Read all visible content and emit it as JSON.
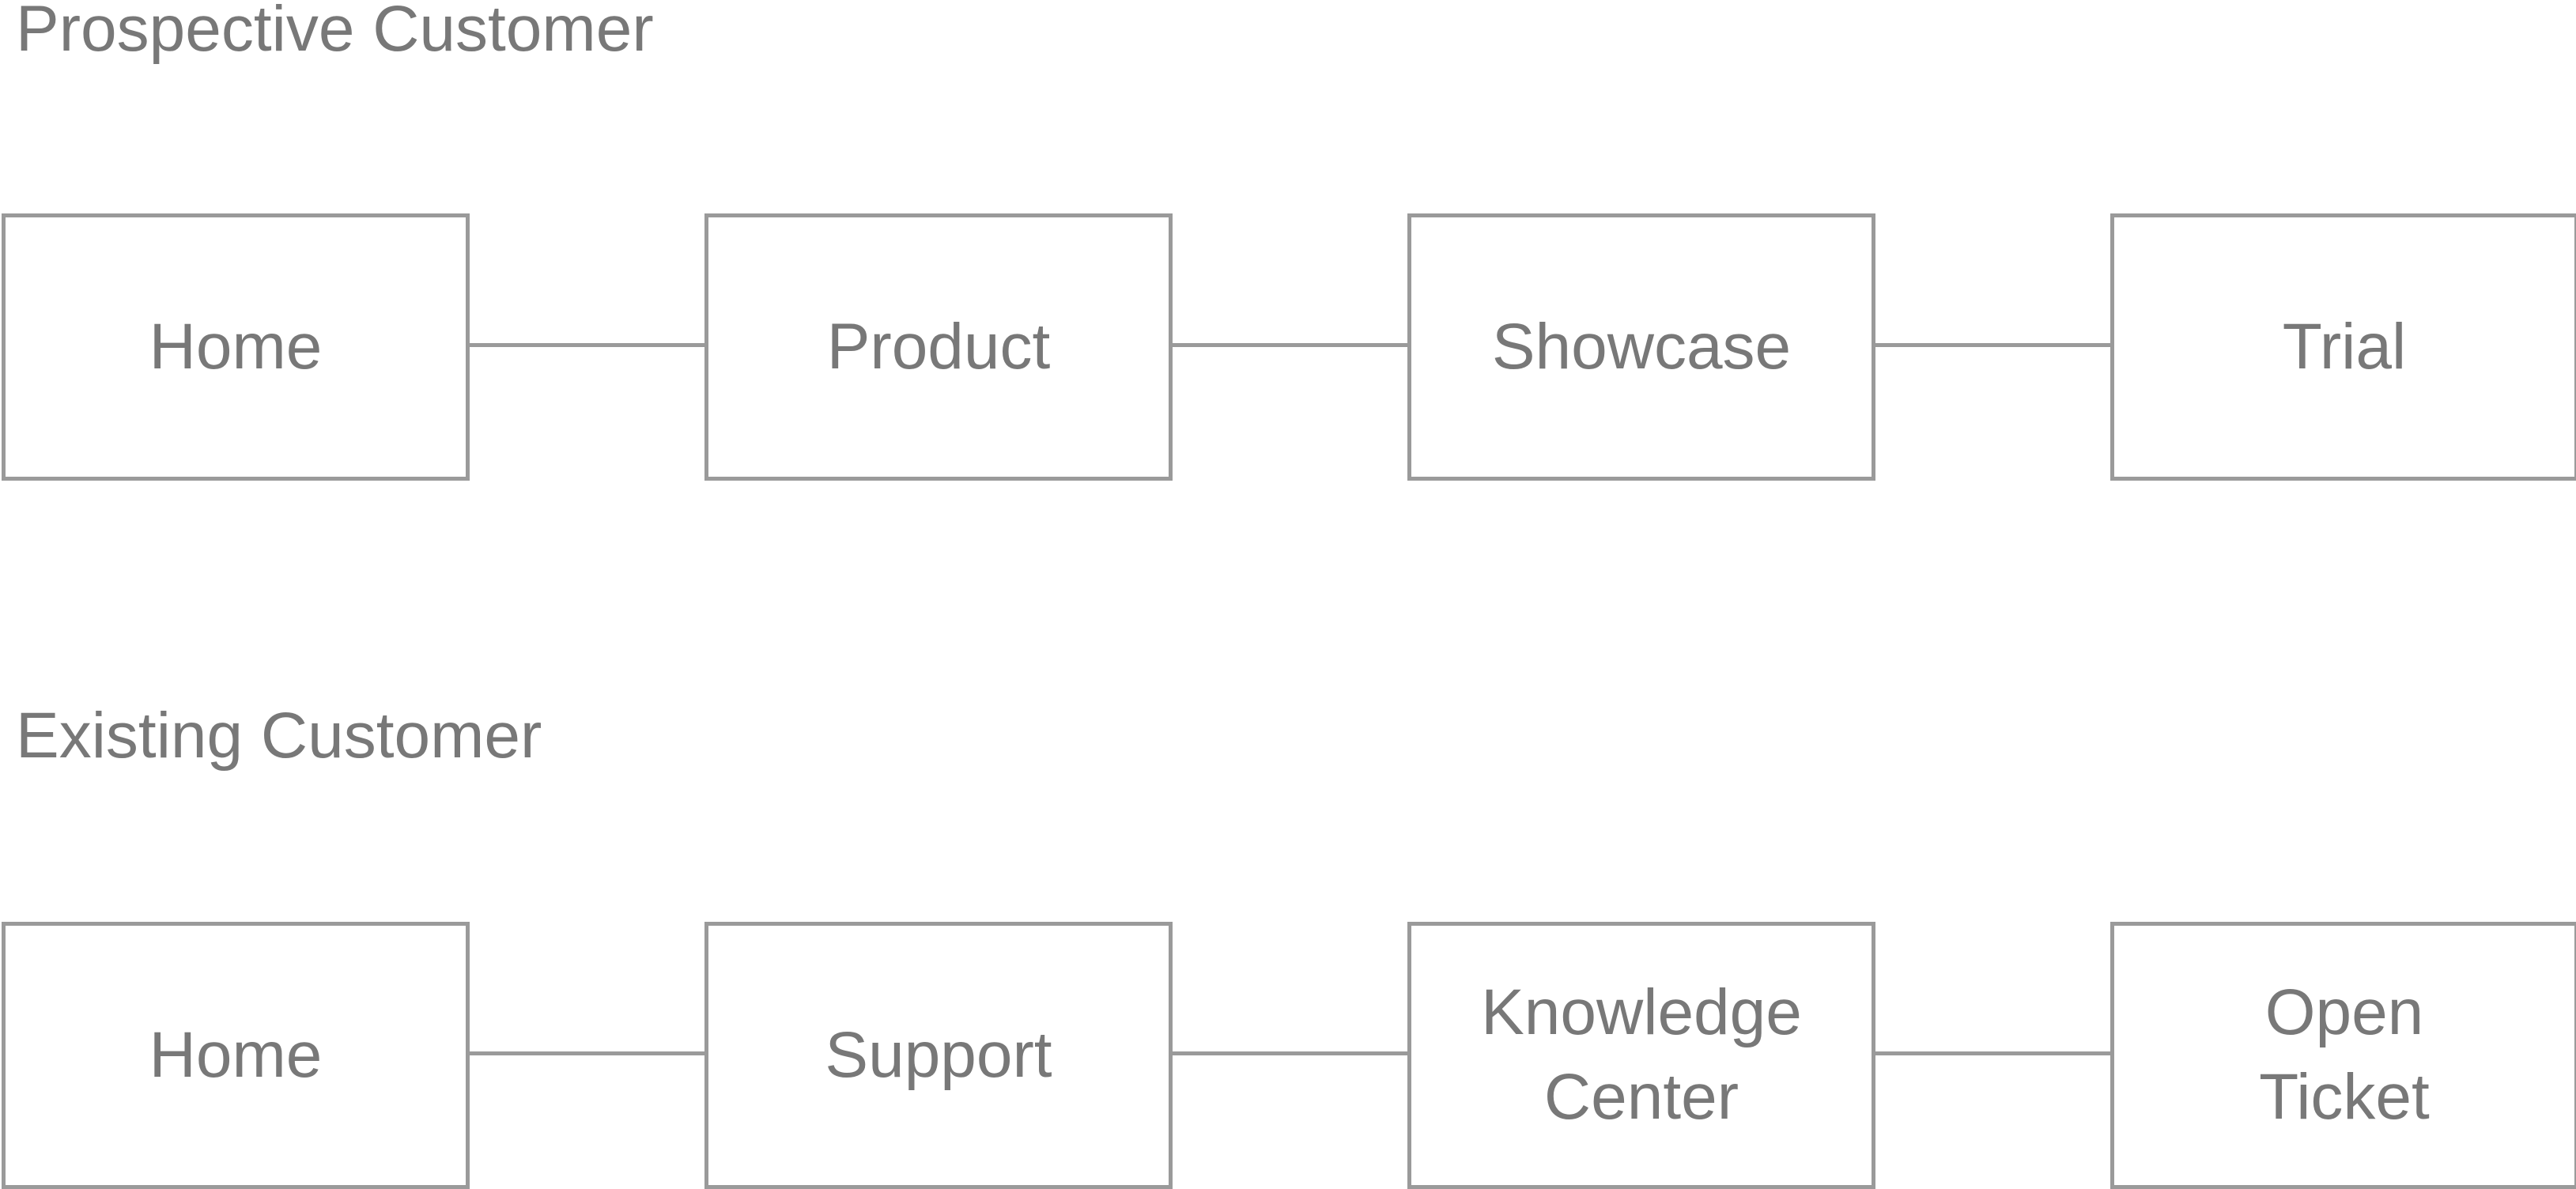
{
  "colors": {
    "stroke": "#9a9a9a",
    "text": "#787878",
    "background": "#ffffff"
  },
  "sections": [
    {
      "title": "Prospective Customer",
      "nodes": [
        "Home",
        "Product",
        "Showcase",
        "Trial"
      ]
    },
    {
      "title": "Existing Customer",
      "nodes": [
        "Home",
        "Support",
        "Knowledge\nCenter",
        "Open\nTicket"
      ]
    }
  ]
}
